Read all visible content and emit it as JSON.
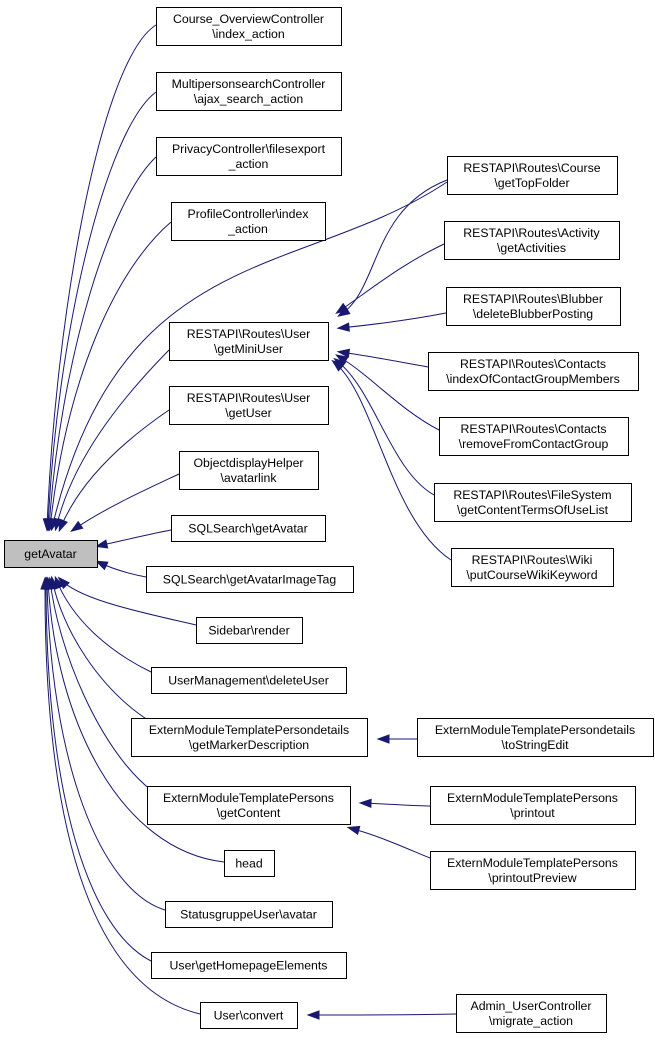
{
  "root": {
    "id": "getAvatar",
    "label": "getAvatar"
  },
  "nodes": [
    {
      "id": "course_overview",
      "lines": [
        "Course_OverviewController",
        "\\index_action"
      ]
    },
    {
      "id": "multiperson",
      "lines": [
        "MultipersonsearchController",
        "\\ajax_search_action"
      ]
    },
    {
      "id": "privacy",
      "lines": [
        "PrivacyController\\filesexport",
        "_action"
      ]
    },
    {
      "id": "profile",
      "lines": [
        "ProfileController\\index",
        "_action"
      ]
    },
    {
      "id": "getminiuser",
      "lines": [
        "RESTAPI\\Routes\\User",
        "\\getMiniUser"
      ]
    },
    {
      "id": "getuser",
      "lines": [
        "RESTAPI\\Routes\\User",
        "\\getUser"
      ]
    },
    {
      "id": "avatarlink",
      "lines": [
        "ObjectdisplayHelper",
        "\\avatarlink"
      ]
    },
    {
      "id": "sqlsearch_getavatar",
      "lines": [
        "SQLSearch\\getAvatar"
      ]
    },
    {
      "id": "sqlsearch_imagetag",
      "lines": [
        "SQLSearch\\getAvatarImageTag"
      ]
    },
    {
      "id": "sidebar_render",
      "lines": [
        "Sidebar\\render"
      ]
    },
    {
      "id": "usermgmt_delete",
      "lines": [
        "UserManagement\\deleteUser"
      ]
    },
    {
      "id": "persondetails_marker",
      "lines": [
        "ExternModuleTemplatePersondetails",
        "\\getMarkerDescription"
      ]
    },
    {
      "id": "persons_getcontent",
      "lines": [
        "ExternModuleTemplatePersons",
        "\\getContent"
      ]
    },
    {
      "id": "head",
      "lines": [
        "head"
      ]
    },
    {
      "id": "statusgruppe_avatar",
      "lines": [
        "StatusgruppeUser\\avatar"
      ]
    },
    {
      "id": "user_homepage",
      "lines": [
        "User\\getHomepageElements"
      ]
    },
    {
      "id": "user_convert",
      "lines": [
        "User\\convert"
      ]
    },
    {
      "id": "course_gettopfolder",
      "lines": [
        "RESTAPI\\Routes\\Course",
        "\\getTopFolder"
      ]
    },
    {
      "id": "activity_get",
      "lines": [
        "RESTAPI\\Routes\\Activity",
        "\\getActivities"
      ]
    },
    {
      "id": "blubber_delete",
      "lines": [
        "RESTAPI\\Routes\\Blubber",
        "\\deleteBlubberPosting"
      ]
    },
    {
      "id": "contacts_index",
      "lines": [
        "RESTAPI\\Routes\\Contacts",
        "\\indexOfContactGroupMembers"
      ]
    },
    {
      "id": "contacts_remove",
      "lines": [
        "RESTAPI\\Routes\\Contacts",
        "\\removeFromContactGroup"
      ]
    },
    {
      "id": "filesystem_terms",
      "lines": [
        "RESTAPI\\Routes\\FileSystem",
        "\\getContentTermsOfUseList"
      ]
    },
    {
      "id": "wiki_put",
      "lines": [
        "RESTAPI\\Routes\\Wiki",
        "\\putCourseWikiKeyword"
      ]
    },
    {
      "id": "persondetails_tostring",
      "lines": [
        "ExternModuleTemplatePersondetails",
        "\\toStringEdit"
      ]
    },
    {
      "id": "persons_printout",
      "lines": [
        "ExternModuleTemplatePersons",
        "\\printout"
      ]
    },
    {
      "id": "persons_preview",
      "lines": [
        "ExternModuleTemplatePersons",
        "\\printoutPreview"
      ]
    },
    {
      "id": "admin_migrate",
      "lines": [
        "Admin_UserController",
        "\\migrate_action"
      ]
    }
  ],
  "edges": [
    {
      "from": "course_overview",
      "to": "getAvatar"
    },
    {
      "from": "multiperson",
      "to": "getAvatar"
    },
    {
      "from": "privacy",
      "to": "getAvatar"
    },
    {
      "from": "profile",
      "to": "getAvatar"
    },
    {
      "from": "course_gettopfolder",
      "to": "getAvatar"
    },
    {
      "from": "getminiuser",
      "to": "getAvatar"
    },
    {
      "from": "getuser",
      "to": "getAvatar"
    },
    {
      "from": "avatarlink",
      "to": "getAvatar"
    },
    {
      "from": "sqlsearch_getavatar",
      "to": "getAvatar"
    },
    {
      "from": "sqlsearch_imagetag",
      "to": "getAvatar"
    },
    {
      "from": "sidebar_render",
      "to": "getAvatar"
    },
    {
      "from": "usermgmt_delete",
      "to": "getAvatar"
    },
    {
      "from": "persondetails_marker",
      "to": "getAvatar"
    },
    {
      "from": "persons_getcontent",
      "to": "getAvatar"
    },
    {
      "from": "head",
      "to": "getAvatar"
    },
    {
      "from": "statusgruppe_avatar",
      "to": "getAvatar"
    },
    {
      "from": "user_homepage",
      "to": "getAvatar"
    },
    {
      "from": "user_convert",
      "to": "getAvatar"
    },
    {
      "from": "course_gettopfolder",
      "to": "getminiuser"
    },
    {
      "from": "activity_get",
      "to": "getminiuser"
    },
    {
      "from": "blubber_delete",
      "to": "getminiuser"
    },
    {
      "from": "contacts_index",
      "to": "getminiuser"
    },
    {
      "from": "contacts_remove",
      "to": "getminiuser"
    },
    {
      "from": "filesystem_terms",
      "to": "getminiuser"
    },
    {
      "from": "wiki_put",
      "to": "getminiuser"
    },
    {
      "from": "persondetails_tostring",
      "to": "persondetails_marker"
    },
    {
      "from": "persons_printout",
      "to": "persons_getcontent"
    },
    {
      "from": "persons_preview",
      "to": "persons_getcontent"
    },
    {
      "from": "admin_migrate",
      "to": "user_convert"
    }
  ],
  "colors": {
    "edge": "#191970",
    "root_fill": "#bfbfbf",
    "node_fill": "#ffffff",
    "node_border": "#000000"
  }
}
